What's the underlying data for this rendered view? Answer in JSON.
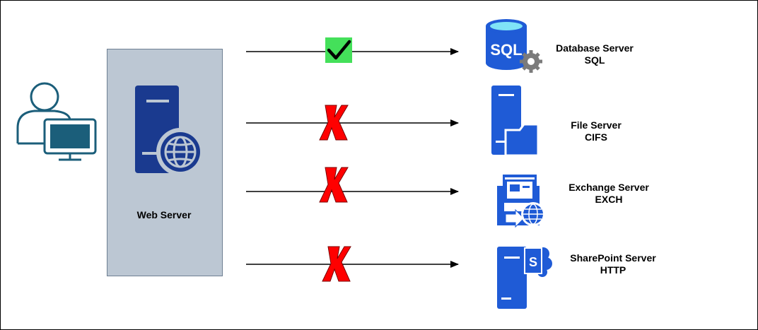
{
  "web_server": {
    "label": "Web Server"
  },
  "targets": [
    {
      "name": "Database Server",
      "protocol": "SQL",
      "status": "allowed",
      "icon": "sql-database-icon",
      "icon_text": "SQL"
    },
    {
      "name": "File Server",
      "protocol": "CIFS",
      "status": "blocked",
      "icon": "file-server-icon"
    },
    {
      "name": "Exchange Server",
      "protocol": "EXCH",
      "status": "blocked",
      "icon": "exchange-server-icon"
    },
    {
      "name": "SharePoint Server",
      "protocol": "HTTP",
      "status": "blocked",
      "icon": "sharepoint-server-icon",
      "icon_text": "S"
    }
  ],
  "colors": {
    "server_blue": "#1a3a8f",
    "icon_blue": "#1f5bd6",
    "user_teal": "#1b5e7a",
    "allowed_bg": "#44e05a",
    "blocked_red": "#ff0000"
  }
}
